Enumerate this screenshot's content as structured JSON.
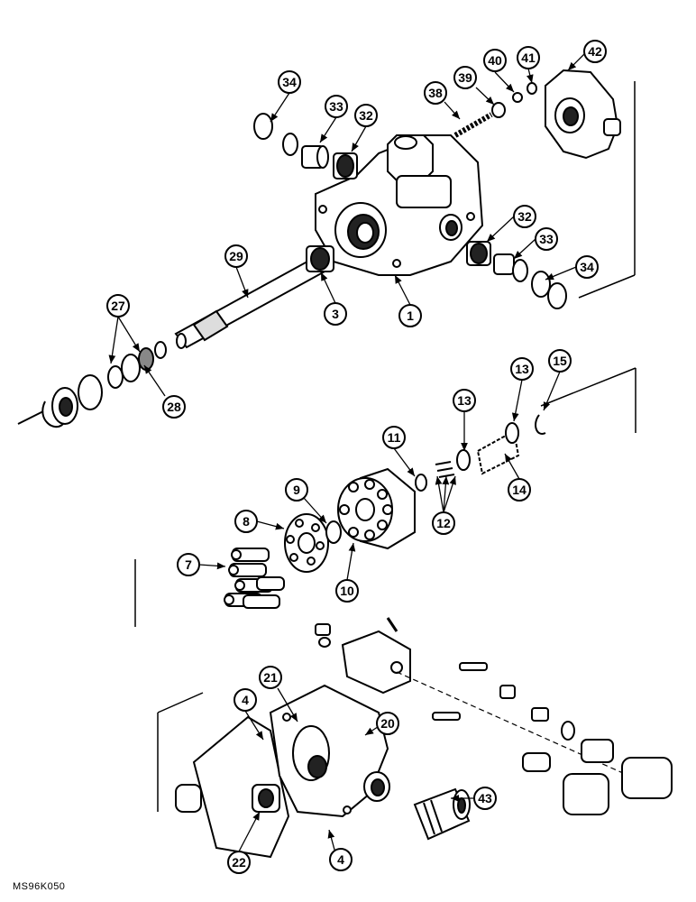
{
  "figure": {
    "code": "MS96K050"
  },
  "callouts": {
    "c1": "1",
    "c3": "3",
    "c4a": "4",
    "c4b": "4",
    "c7": "7",
    "c8": "8",
    "c9": "9",
    "c10": "10",
    "c11": "11",
    "c12": "12",
    "c13a": "13",
    "c13b": "13",
    "c14": "14",
    "c15": "15",
    "c20": "20",
    "c21": "21",
    "c22": "22",
    "c27": "27",
    "c28": "28",
    "c29": "29",
    "c32a": "32",
    "c32b": "32",
    "c33a": "33",
    "c33b": "33",
    "c34a": "34",
    "c34b": "34",
    "c38": "38",
    "c39": "39",
    "c40": "40",
    "c41": "41",
    "c42": "42",
    "c43": "43"
  }
}
